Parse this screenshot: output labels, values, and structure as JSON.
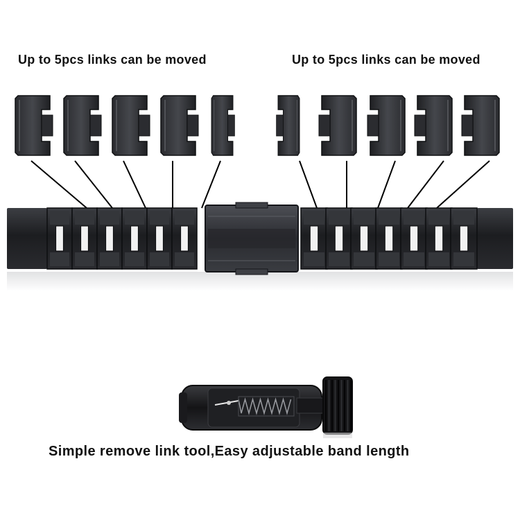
{
  "captions": {
    "left": "Up to 5pcs links can be moved",
    "right": "Up to 5pcs links can be moved",
    "bottom": "Simple remove link tool,Easy adjustable band length"
  },
  "colors": {
    "background": "#ffffff",
    "metal_dark": "#1b1b1d",
    "metal_mid": "#2e2f33",
    "metal_light": "#4a4c51",
    "highlight": "#6b6e74",
    "text": "#111111",
    "leader_line": "#000000"
  },
  "icons": {
    "removable_link": "link-piece-icon",
    "band": "watch-band-icon",
    "clasp": "band-clasp-icon",
    "tool": "link-remover-tool-icon"
  },
  "removable_links": {
    "left_count": 5,
    "right_count": 5
  }
}
